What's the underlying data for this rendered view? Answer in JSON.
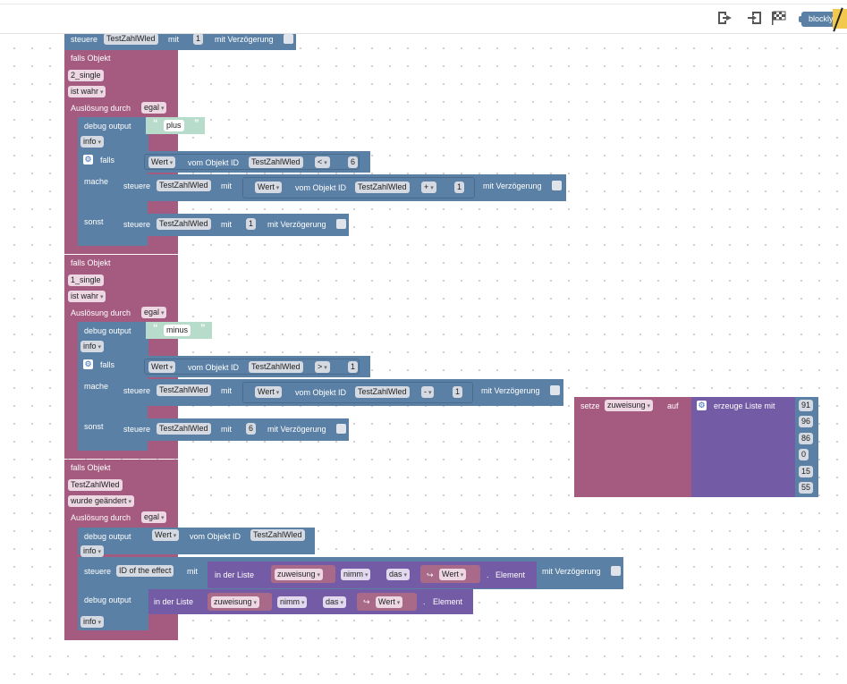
{
  "toolbar": {
    "export_icon": "export-icon",
    "import_icon": "import-icon",
    "run_icon": "flag-icon",
    "language_label": "blockly"
  },
  "blocks": {
    "top_set": {
      "label": "steuere",
      "target": "TestZahlWled",
      "mit": "mit",
      "value": "1",
      "delay": "mit Verzögerung"
    },
    "trigger1": {
      "label": "falls Objekt",
      "object": "2_single",
      "condition": "ist wahr",
      "ausloesung": "Auslösung durch",
      "by": "egal"
    },
    "debug1": {
      "label": "debug output",
      "text": "plus",
      "level": "info"
    },
    "if1": {
      "falls": "falls",
      "wert": "Wert",
      "vom": "vom Objekt ID",
      "id": "TestZahlWled",
      "op": "<",
      "num": "6",
      "mache": "mache",
      "sonst": "sonst",
      "set_a": {
        "label": "steuere",
        "target": "TestZahlWled",
        "mit": "mit",
        "wert": "Wert",
        "vom": "vom Objekt ID",
        "id": "TestZahlWled",
        "op": "+",
        "num": "1",
        "delay": "mit Verzögerung"
      },
      "set_b": {
        "label": "steuere",
        "target": "TestZahlWled",
        "mit": "mit",
        "value": "1",
        "delay": "mit Verzögerung"
      }
    },
    "trigger2": {
      "label": "falls Objekt",
      "object": "1_single",
      "condition": "ist wahr",
      "ausloesung": "Auslösung durch",
      "by": "egal"
    },
    "debug2": {
      "label": "debug output",
      "text": "minus",
      "level": "info"
    },
    "if2": {
      "falls": "falls",
      "wert": "Wert",
      "vom": "vom Objekt ID",
      "id": "TestZahlWled",
      "op": ">",
      "num": "1",
      "mache": "mache",
      "sonst": "sonst",
      "set_a": {
        "label": "steuere",
        "target": "TestZahlWled",
        "mit": "mit",
        "wert": "Wert",
        "vom": "vom Objekt ID",
        "id": "TestZahlWled",
        "op": "-",
        "num": "1",
        "delay": "mit Verzögerung"
      },
      "set_b": {
        "label": "steuere",
        "target": "TestZahlWled",
        "mit": "mit",
        "value": "6",
        "delay": "mit Verzögerung"
      }
    },
    "trigger3": {
      "label": "falls Objekt",
      "object": "TestZahlWled",
      "condition": "wurde geändert",
      "ausloesung": "Auslösung durch",
      "by": "egal"
    },
    "debug3": {
      "label": "debug output",
      "wert": "Wert",
      "vom": "vom Objekt ID",
      "id": "TestZahlWled",
      "level": "info"
    },
    "set3": {
      "label": "steuere",
      "target": "ID of the effect",
      "mit": "mit",
      "list_label": "in der Liste",
      "list": "zuweisung",
      "nimm": "nimm",
      "das": "das",
      "wert": "Wert",
      "element": "Element",
      "delay": "mit Verzögerung"
    },
    "debug4": {
      "label": "debug output",
      "list_label": "in der Liste",
      "list": "zuweisung",
      "nimm": "nimm",
      "das": "das",
      "wert": "Wert",
      "element": "Element",
      "level": "info"
    },
    "assign": {
      "label": "setze",
      "var": "zuweisung",
      "auf": "auf",
      "list_label": "erzeuge Liste mit",
      "values": [
        "91",
        "96",
        "86",
        "0",
        "15",
        "55"
      ]
    }
  }
}
